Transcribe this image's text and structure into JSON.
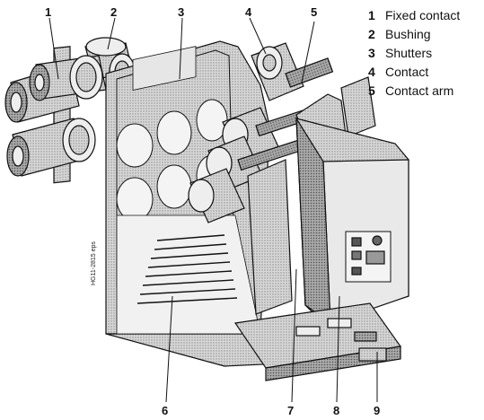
{
  "callouts": [
    "1",
    "2",
    "3",
    "4",
    "5",
    "6",
    "7",
    "8",
    "9"
  ],
  "side_label": "HG11-2815 eps",
  "legend": [
    {
      "num": "1",
      "text": "Fixed contact"
    },
    {
      "num": "2",
      "text": "Bushing"
    },
    {
      "num": "3",
      "text": "Shutters"
    },
    {
      "num": "4",
      "text": "Contact"
    },
    {
      "num": "5",
      "text": "Contact arm"
    }
  ],
  "colors": {
    "line": "#111111",
    "shade": "#bdbdbd",
    "light": "#e3e3e3",
    "dark": "#6e6e6e"
  }
}
